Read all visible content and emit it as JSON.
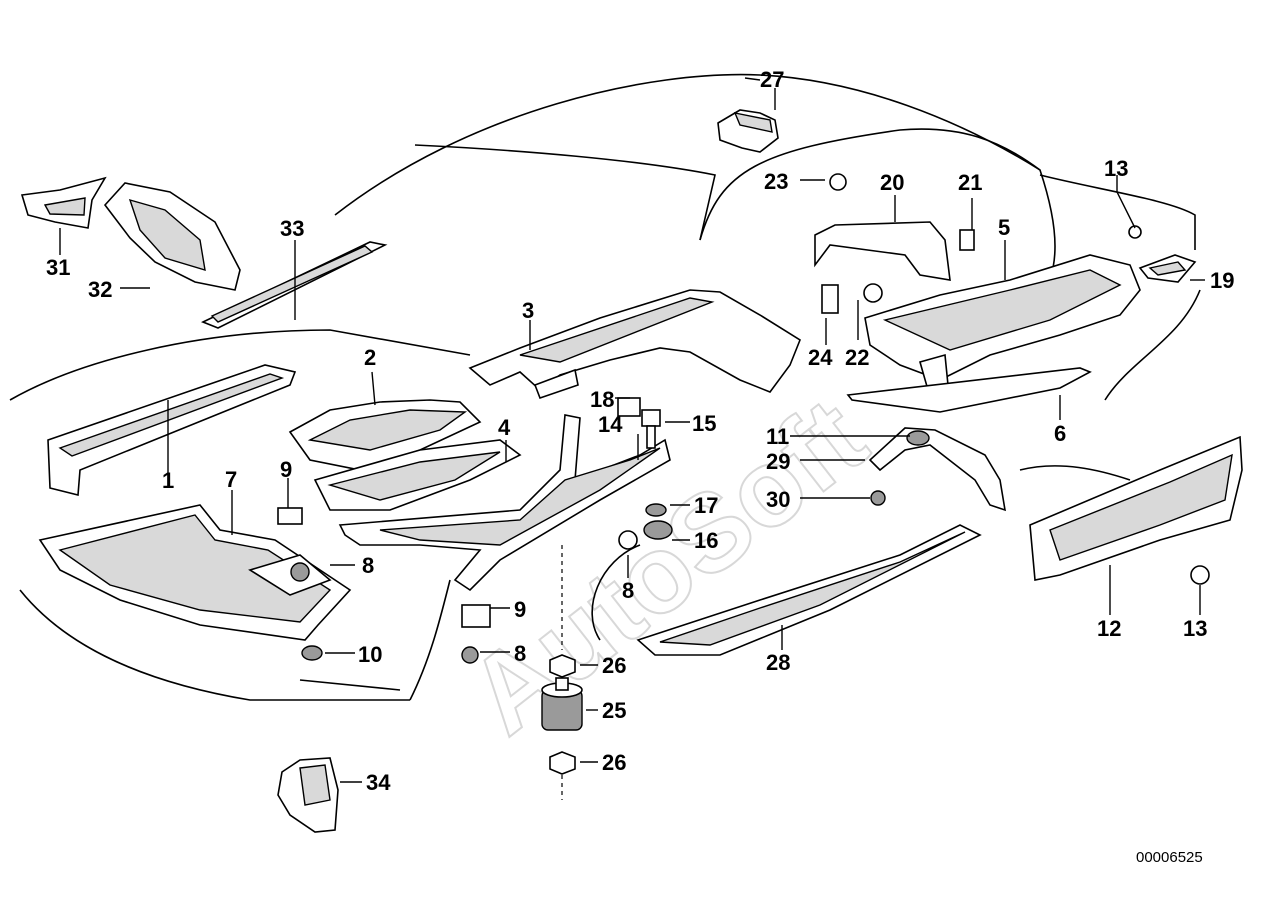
{
  "callouts": {
    "c1": "1",
    "c2": "2",
    "c3": "3",
    "c4": "4",
    "c5": "5",
    "c6": "6",
    "c7": "7",
    "c8a": "8",
    "c8b": "8",
    "c8c": "8",
    "c9a": "9",
    "c9b": "9",
    "c10": "10",
    "c11": "11",
    "c12": "12",
    "c13a": "13",
    "c13b": "13",
    "c14": "14",
    "c15": "15",
    "c16": "16",
    "c17": "17",
    "c18": "18",
    "c19": "19",
    "c20": "20",
    "c21": "21",
    "c22": "22",
    "c23": "23",
    "c24": "24",
    "c25": "25",
    "c26a": "26",
    "c26b": "26",
    "c27": "27",
    "c28": "28",
    "c29": "29",
    "c30": "30",
    "c31": "31",
    "c32": "32",
    "c33": "33",
    "c34": "34"
  },
  "diagram_code": "00006525",
  "watermark": "AutoSoft"
}
